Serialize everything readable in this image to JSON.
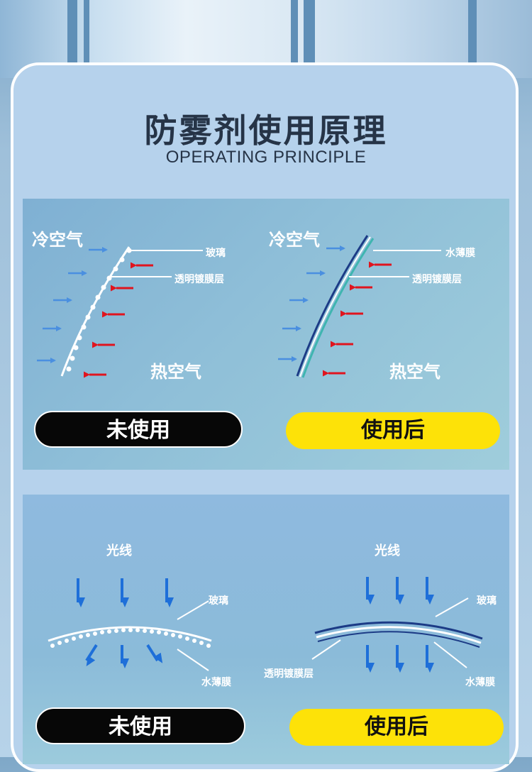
{
  "title": "防雾剂使用原理",
  "subtitle": "OPERATING PRINCIPLE",
  "section1": {
    "left": {
      "cold_air": "冷空气",
      "label_glass": "玻璃",
      "label_coating": "透明镀膜层",
      "hot_air": "热空气",
      "button": "未使用"
    },
    "right": {
      "cold_air": "冷空气",
      "label_water": "水薄膜",
      "label_coating": "透明镀膜层",
      "hot_air": "热空气",
      "button": "使用后"
    }
  },
  "section2": {
    "left": {
      "light": "光线",
      "label_glass": "玻璃",
      "label_water": "水薄膜",
      "button": "未使用"
    },
    "right": {
      "light": "光线",
      "label_glass": "玻璃",
      "label_coating": "透明镀膜层",
      "label_water": "水薄膜",
      "button": "使用后"
    }
  },
  "colors": {
    "cold_arrow": "#4a8fe0",
    "hot_arrow": "#e0141e",
    "light_arrow": "#1e6fd9",
    "glass_dark": "#1c3b86",
    "coating_teal": "#3fb5b0",
    "button_yellow": "#fde208",
    "button_black": "#070707"
  }
}
